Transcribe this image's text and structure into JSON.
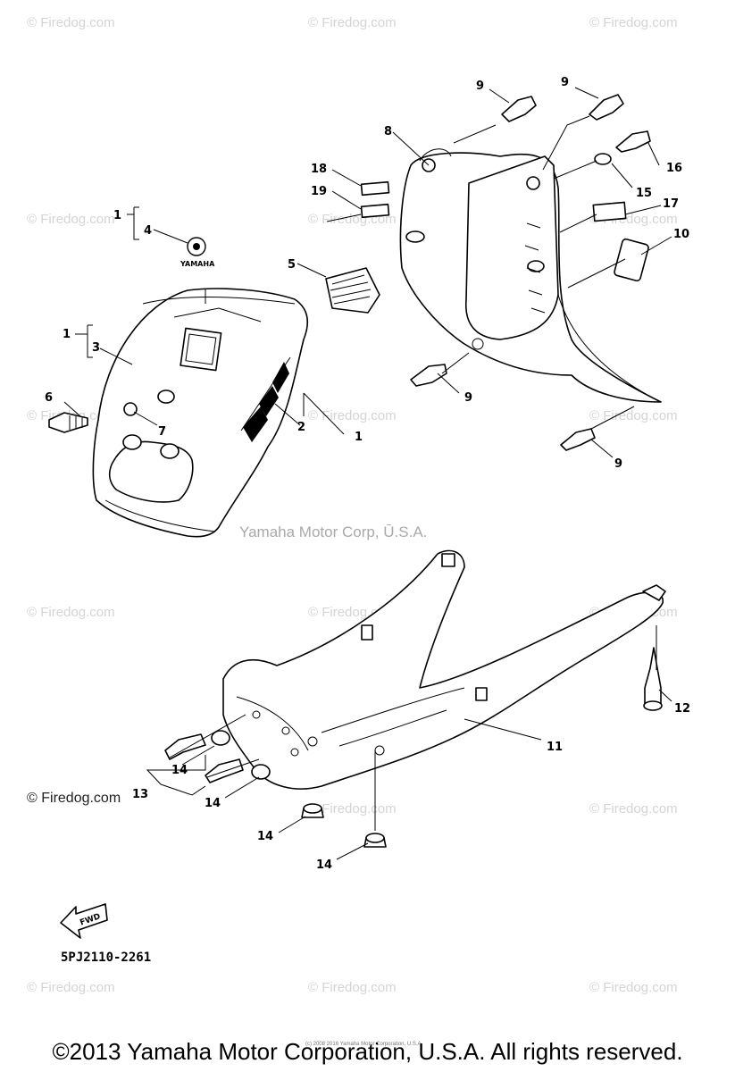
{
  "watermark_text": "Firedog.com",
  "watermark_text_prefixed": "© Firedog.com",
  "credit_text": "Yamaha Motor Corp, Ū.S.A.",
  "part_code": "5PJ2110-2261",
  "fwd_label": "FWD",
  "logo_text": "YAMAHA",
  "copyright": "©2013 Yamaha Motor Corporation, U.S.A. All rights reserved.",
  "small_copyright": "(c) 2008 2016 Yamaha Motor Corporation, U.S.A.",
  "callouts": {
    "c1a": "1",
    "c4": "4",
    "c5": "5",
    "c1b": "1",
    "c3": "3",
    "c6": "6",
    "c7": "7",
    "c2": "2",
    "c1c": "1",
    "c8": "8",
    "c9a": "9",
    "c9b": "9",
    "c18": "18",
    "c19": "19",
    "c16": "16",
    "c15": "15",
    "c17": "17",
    "c10": "10",
    "c9c": "9",
    "c9d": "9",
    "c12": "12",
    "c11": "11",
    "c14a": "14",
    "c13": "13",
    "c14b": "14",
    "c14c": "14",
    "c14d": "14"
  }
}
